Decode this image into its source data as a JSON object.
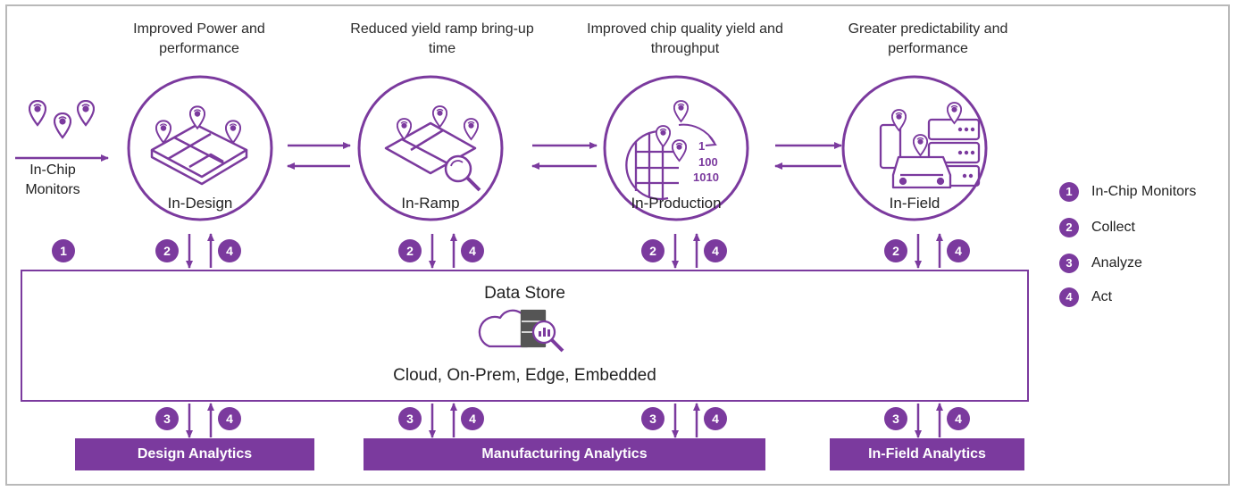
{
  "captions": {
    "design": "Improved Power and performance",
    "ramp": "Reduced yield ramp bring-up time",
    "production": "Improved chip quality yield and throughput",
    "field": "Greater predictability and performance"
  },
  "stages": {
    "design": "In-Design",
    "ramp": "In-Ramp",
    "production": "In-Production",
    "field": "In-Field"
  },
  "monitors_label": "In-Chip Monitors",
  "production_icon_digits": [
    "1",
    "100",
    "1010"
  ],
  "datastore": {
    "title": "Data Store",
    "subtitle": "Cloud, On-Prem, Edge, Embedded"
  },
  "badges": {
    "one": "1",
    "two": "2",
    "three": "3",
    "four": "4"
  },
  "analytics": {
    "design": "Design Analytics",
    "manufacturing": "Manufacturing Analytics",
    "field": "In-Field Analytics"
  },
  "legend": [
    {
      "num": "1",
      "label": "In-Chip Monitors"
    },
    {
      "num": "2",
      "label": "Collect"
    },
    {
      "num": "3",
      "label": "Analyze"
    },
    {
      "num": "4",
      "label": "Act"
    }
  ],
  "colors": {
    "accent": "#7b3a9e",
    "border": "#b9b9b9"
  }
}
